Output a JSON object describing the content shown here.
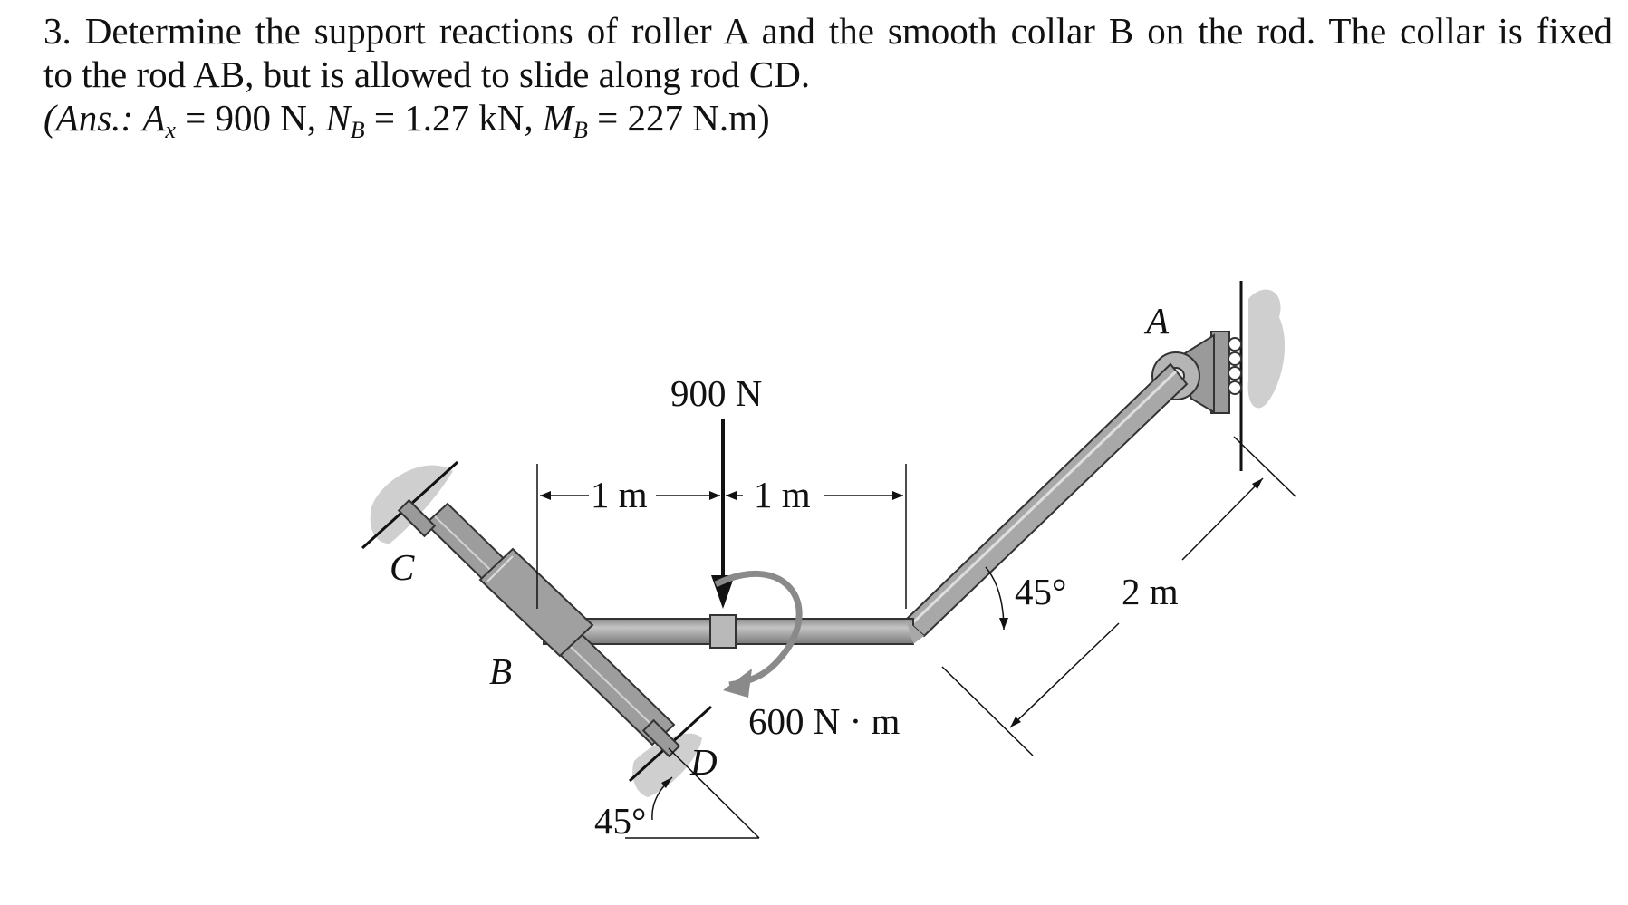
{
  "problem": {
    "number": "3.",
    "line1": "Determine the support reactions of roller A and the smooth collar B on the rod. The collar is fixed",
    "line2": "to the rod AB, but is allowed to slide along rod CD.",
    "answer_prefix": "(Ans.:",
    "ax_label": "A",
    "ax_sub": "x",
    "ax_value": "= 900 N,",
    "nb_label": "N",
    "nb_sub": "B",
    "nb_value": "= 1.27 kN,",
    "mb_label": "M",
    "mb_sub": "B",
    "mb_value": "= 227 N.m)"
  },
  "figure": {
    "force_label": "900 N",
    "dim_left": "1 m",
    "dim_right": "1 m",
    "moment_label": "600 N · m",
    "angle_right": "45°",
    "angle_bottom": "45°",
    "length_label": "2 m",
    "point_a": "A",
    "point_b": "B",
    "point_c": "C",
    "point_d": "D"
  },
  "colors": {
    "rod_fill": "#a8a8a8",
    "rod_dark": "#6e6e6e",
    "wall_fill": "#cfcfcf",
    "moment_arrow": "#8a8a8a"
  }
}
